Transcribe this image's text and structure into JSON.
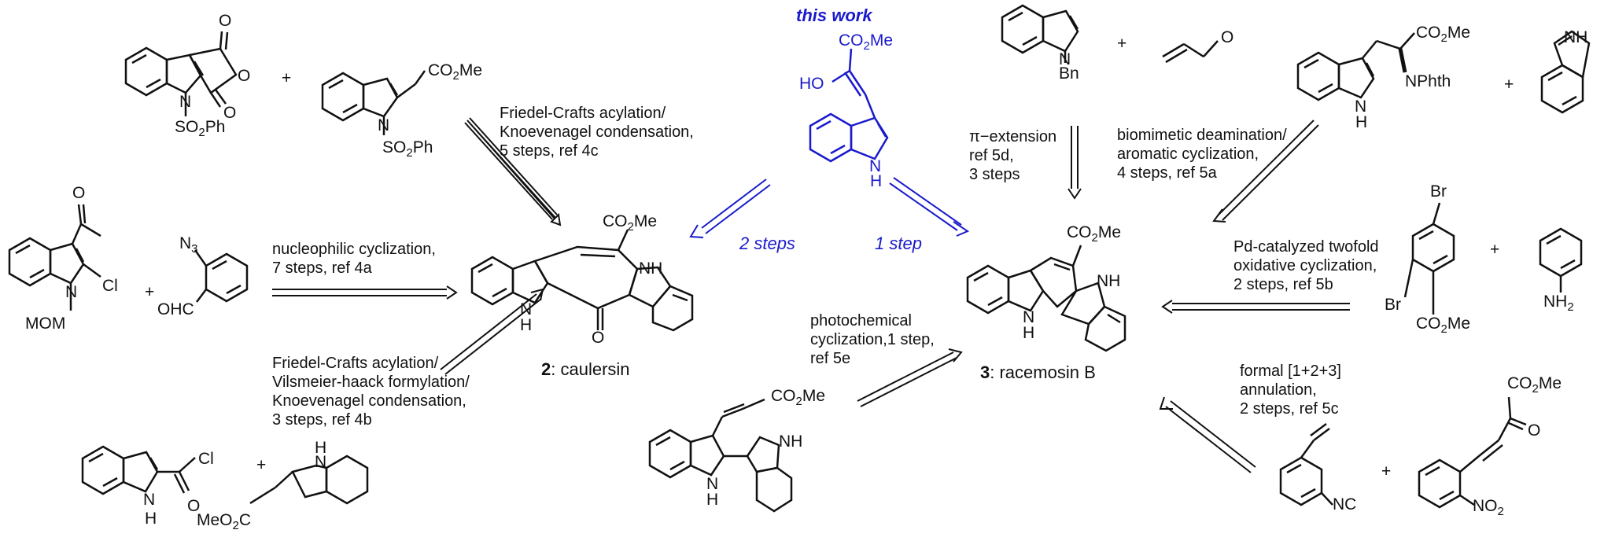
{
  "title": "this work",
  "atoms": {
    "o": "O",
    "n": "N",
    "h": "H",
    "cl": "Cl",
    "br": "Br",
    "nh": "NH",
    "ho": "HO",
    "co2me": "CO2Me",
    "meo2c": "MeO2C",
    "so2ph": "SO2Ph",
    "bn": "Bn",
    "n3": "N3",
    "ohc": "OHC",
    "mom": "MOM",
    "nphth": "NPhth",
    "nh2": "NH2",
    "nc": "NC",
    "no2": "NO2",
    "plus": "+"
  },
  "conditions": {
    "fc_knoev": "Friedel-Crafts acylation/\nKnoevenagel condensation,\n5 steps, ref 4c",
    "nucleophilic": "nucleophilic cyclization,\n7 steps, ref 4a",
    "fc_vilsmeier": "Friedel-Crafts acylation/\nVilsmeier-haack formylation/\nKnoevenagel condensation,\n3 steps, ref 4b",
    "pi_ext": "π−extension\nref 5d,\n3 steps",
    "biomimetic": "biomimetic deamination/\naromatic cyclization,\n4 steps, ref 5a",
    "pd": "Pd-catalyzed twofold\noxidative cyclization,\n2 steps, ref 5b",
    "photo": "photochemical\ncyclization,1 step,\nref 5e",
    "formal": "formal [1+2+3]\nannulation,\n2 steps, ref 5c",
    "two_steps": "2 steps",
    "one_step": "1 step"
  },
  "products": {
    "caulersin_num": "2",
    "caulersin_name": ": caulersin",
    "racemosin_num": "3",
    "racemosin_name": ": racemosin B"
  },
  "colors": {
    "ink": "#111111",
    "accent": "#1a1acc"
  }
}
